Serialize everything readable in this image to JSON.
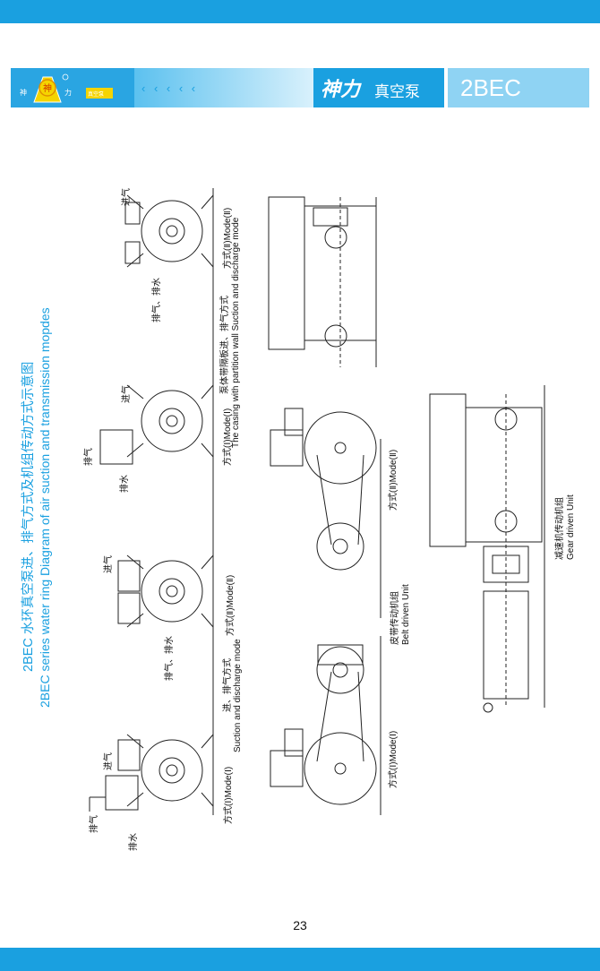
{
  "header": {
    "logo_text_1": "神",
    "logo_text_2": "力",
    "logo_text_3": "真空泵",
    "chevrons": "‹ ‹ ‹ ‹ ‹",
    "brand_cn": "神力",
    "brand_sub": "真空泵",
    "model": "2BEC"
  },
  "title": {
    "cn": "2BEC 水环真空泵进、排气方式及机组传动方式示意图",
    "en": "2BEC  series water ring Diagram of air suction and transmission mopdes"
  },
  "labels": {
    "suction": "进气",
    "discharge": "排气",
    "water_out": "排水",
    "gas_water_out": "排气、排水",
    "mode1": "方式(Ⅰ)Mode(Ⅰ)",
    "mode2": "方式(Ⅱ)Mode(Ⅱ)",
    "suction_discharge_cn": "进、排气方式",
    "suction_discharge_en": "Suction and discharge mode",
    "partition_cn": "泵体带隔板进、排气方式",
    "partition_en": "The casing with partition wall Suction and discharge mode",
    "belt_cn": "皮带传动机组",
    "belt_en": "Belt driven Unit",
    "gear_cn": "减速机传动机组",
    "gear_en": "Gear driven Unit"
  },
  "page_number": "23"
}
